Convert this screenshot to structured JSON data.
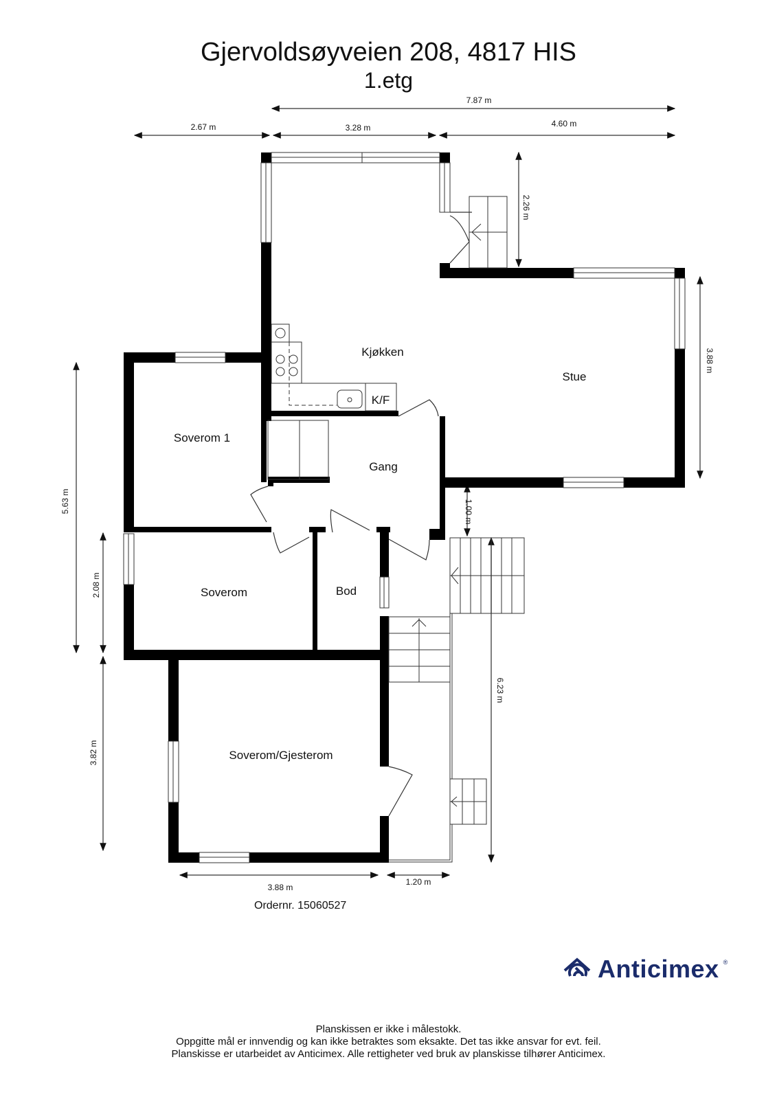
{
  "header": {
    "title": "Gjervoldsøyveien 208, 4817 HIS",
    "floor": "1.etg"
  },
  "dimensions": {
    "top_total": "7.87 m",
    "top_left": "2.67 m",
    "top_middle": "3.28 m",
    "top_right": "4.60 m",
    "entry_height": "2.26 m",
    "stue_height": "3.88 m",
    "left_total": "5.63 m",
    "soverom_height": "2.08 m",
    "gjesterom_height": "3.82 m",
    "gang_step": "1.00 m",
    "right_total": "6.23 m",
    "bottom_width": "3.88 m",
    "bottom_porch": "1.20 m"
  },
  "rooms": {
    "kjokken": "Kjøkken",
    "kf": "K/F",
    "stue": "Stue",
    "soverom1": "Soverom 1",
    "gang": "Gang",
    "soverom": "Soverom",
    "bod": "Bod",
    "gjesterom": "Soverom/Gjesterom"
  },
  "order": "Ordernr. 15060527",
  "brand": {
    "name": "Anticimex",
    "registered": "®",
    "color": "#1b2c6b",
    "icon": "anticimex-logo-icon"
  },
  "footer": {
    "line1": "Planskissen er ikke i målestokk.",
    "line2": "Oppgitte mål er innvendig og kan ikke betraktes som eksakte. Det tas ikke ansvar for evt. feil.",
    "line3": "Planskisse er utarbeidet av Anticimex. Alle rettigheter ved bruk av planskisse tilhører Anticimex."
  }
}
